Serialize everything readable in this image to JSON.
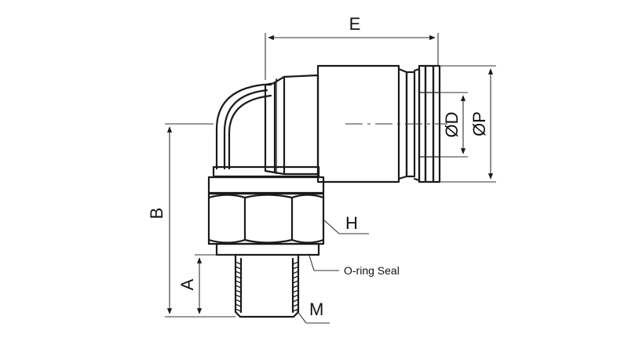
{
  "labels": {
    "E": "E",
    "D": "ØD",
    "P": "ØP",
    "B": "B",
    "H": "H",
    "A": "A",
    "M": "M",
    "oring": "O-ring Seal"
  },
  "colors": {
    "line": "#1a1a1a",
    "background": "#ffffff"
  }
}
